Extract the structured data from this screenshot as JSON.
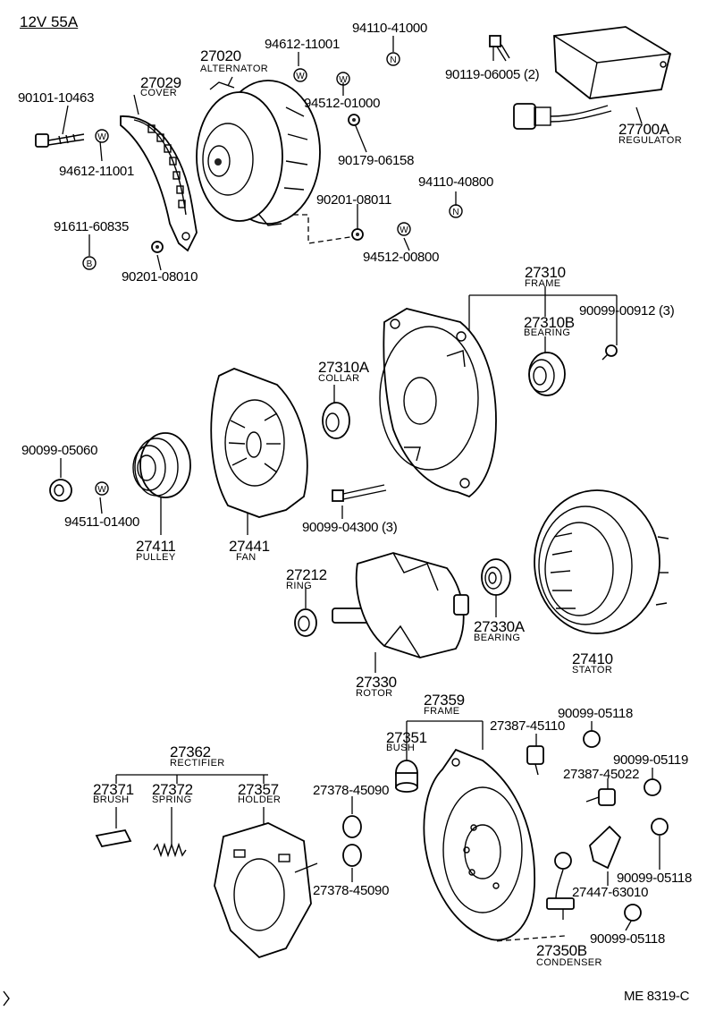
{
  "title": "12V 55A",
  "diagram_code": "ME 8319-C",
  "parts": {
    "p90101_10463": "90101-10463",
    "p94612_11001_a": "94612-11001",
    "p94612_11001_b": "94612-11001",
    "p27029": "27029",
    "p27029_name": "COVER",
    "p27020": "27020",
    "p27020_name": "ALTERNATOR",
    "p94110_41000": "94110-41000",
    "p90119_06005": "90119-06005 (2)",
    "p94512_01000": "94512-01000",
    "p90179_06158": "90179-06158",
    "p27700A": "27700A",
    "p27700A_name": "REGULATOR",
    "p91611_60835": "91611-60835",
    "p90201_08010": "90201-08010",
    "p90201_08011": "90201-08011",
    "p94110_40800": "94110-40800",
    "p94512_00800": "94512-00800",
    "p27310": "27310",
    "p27310_name": "FRAME",
    "p90099_00912": "90099-00912 (3)",
    "p27310B": "27310B",
    "p27310B_name": "BEARING",
    "p27310A": "27310A",
    "p27310A_name": "COLLAR",
    "p90099_05060": "90099-05060",
    "p94511_01400": "94511-01400",
    "p27411": "27411",
    "p27411_name": "PULLEY",
    "p27441": "27441",
    "p27441_name": "FAN",
    "p90099_04300": "90099-04300 (3)",
    "p27212": "27212",
    "p27212_name": "RING",
    "p27330A": "27330A",
    "p27330A_name": "BEARING",
    "p27410": "27410",
    "p27410_name": "STATOR",
    "p27330": "27330",
    "p27330_name": "ROTOR",
    "p27359": "27359",
    "p27359_name": "FRAME",
    "p27351": "27351",
    "p27351_name": "BUSH",
    "p27387_45110": "27387-45110",
    "p90099_05118_a": "90099-05118",
    "p90099_05119": "90099-05119",
    "p27387_45022": "27387-45022",
    "p27362": "27362",
    "p27362_name": "RECTIFIER",
    "p27371": "27371",
    "p27371_name": "BRUSH",
    "p27372": "27372",
    "p27372_name": "SPRING",
    "p27357": "27357",
    "p27357_name": "HOLDER",
    "p27378_45090_a": "27378-45090",
    "p27378_45090_b": "27378-45090",
    "p90099_05118_b": "90099-05118",
    "p27447_63010": "27447-63010",
    "p90099_05118_c": "90099-05118",
    "p27350B": "27350B",
    "p27350B_name": "CONDENSER"
  },
  "markers": {
    "w": "W",
    "n": "N",
    "b": "B"
  }
}
